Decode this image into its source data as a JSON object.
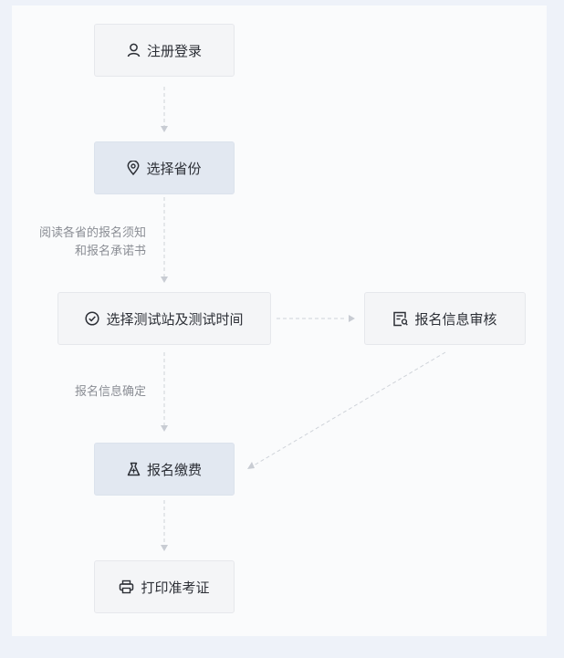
{
  "flow": {
    "steps": {
      "register": "注册登录",
      "select_province": "选择省份",
      "select_site": "选择测试站及测试时间",
      "review": "报名信息审核",
      "pay": "报名缴费",
      "print": "打印准考证"
    },
    "notes": {
      "read_line1": "阅读各省的报名须知",
      "read_line2": "和报名承诺书",
      "confirm": "报名信息确定"
    }
  },
  "icons": {
    "register": "user-icon",
    "select_province": "location-pin-icon",
    "select_site": "check-circle-icon",
    "review": "document-review-icon",
    "pay": "payment-bag-icon",
    "print": "printer-icon"
  },
  "colors": {
    "page_bg": "#eef2f9",
    "panel_bg": "#fafbfc",
    "node_bg": "#f4f5f7",
    "node_highlight_bg": "#e2e8f1",
    "text": "#2c2f36",
    "note_text": "#8a8d94",
    "connector": "#c8ccd3"
  }
}
